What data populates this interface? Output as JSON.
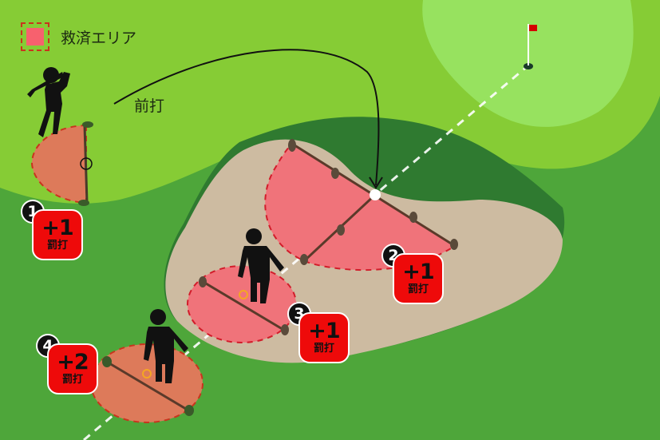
{
  "legend": {
    "label": "救済エリア",
    "swatch_color": "#f7616e",
    "border_color": "#c9341e"
  },
  "shot_label": "前打",
  "colors": {
    "rough": "#4ea63a",
    "fairway": "#86cc35",
    "green": "#97e25f",
    "bunker": "#cdbba1",
    "bunker_lip": "#2f7a30",
    "relief_in_bunker": "#f0737a",
    "relief_on_grass": "#dd7a5a",
    "badge": "#ee0a0a",
    "flag": "#d40000"
  },
  "options": [
    {
      "number": "1",
      "penalty": "+1",
      "unit": "罰打"
    },
    {
      "number": "2",
      "penalty": "+1",
      "unit": "罰打"
    },
    {
      "number": "3",
      "penalty": "+1",
      "unit": "罰打"
    },
    {
      "number": "4",
      "penalty": "+2",
      "unit": "罰打"
    }
  ]
}
